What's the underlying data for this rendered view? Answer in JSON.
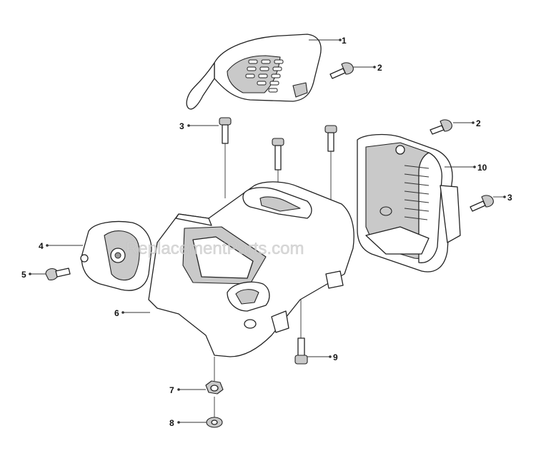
{
  "watermark": "ReplacementParts.com",
  "callouts": {
    "c1": "1",
    "c2a": "2",
    "c2b": "2",
    "c3a": "3",
    "c3b": "3",
    "c4": "4",
    "c5": "5",
    "c6": "6",
    "c7": "7",
    "c8": "8",
    "c9": "9",
    "c10": "10"
  }
}
